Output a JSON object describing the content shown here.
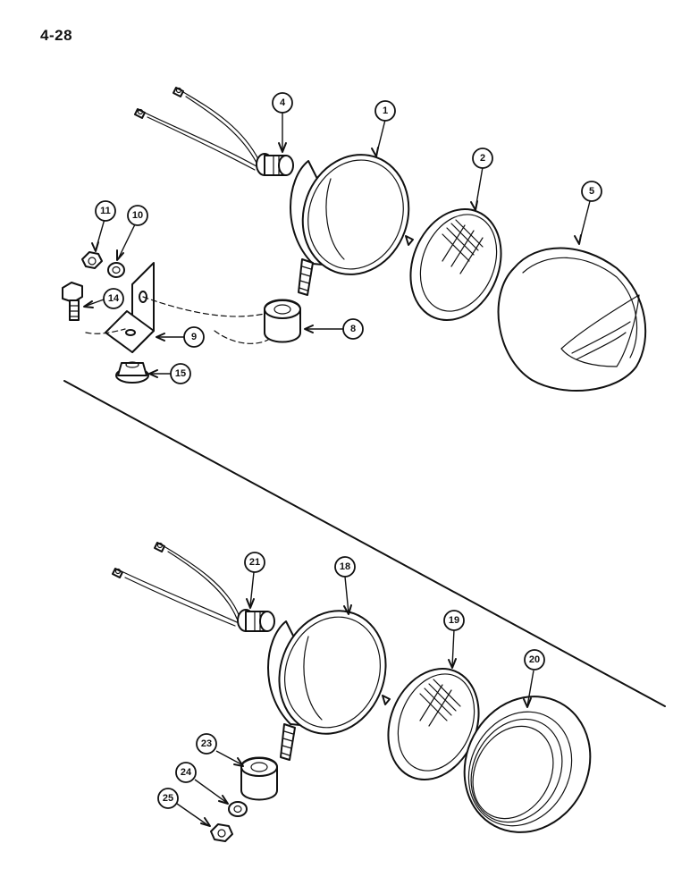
{
  "page": {
    "number": "4-28"
  },
  "callouts": [
    {
      "id": "c1",
      "label": "1"
    },
    {
      "id": "c2",
      "label": "2"
    },
    {
      "id": "c4",
      "label": "4"
    },
    {
      "id": "c5",
      "label": "5"
    },
    {
      "id": "c8",
      "label": "8"
    },
    {
      "id": "c9",
      "label": "9"
    },
    {
      "id": "c10",
      "label": "10"
    },
    {
      "id": "c11",
      "label": "11"
    },
    {
      "id": "c14",
      "label": "14"
    },
    {
      "id": "c15",
      "label": "15"
    },
    {
      "id": "c18",
      "label": "18"
    },
    {
      "id": "c19",
      "label": "19"
    },
    {
      "id": "c20",
      "label": "20"
    },
    {
      "id": "c21",
      "label": "21"
    },
    {
      "id": "c23",
      "label": "23"
    },
    {
      "id": "c24",
      "label": "24"
    },
    {
      "id": "c25",
      "label": "25"
    }
  ]
}
